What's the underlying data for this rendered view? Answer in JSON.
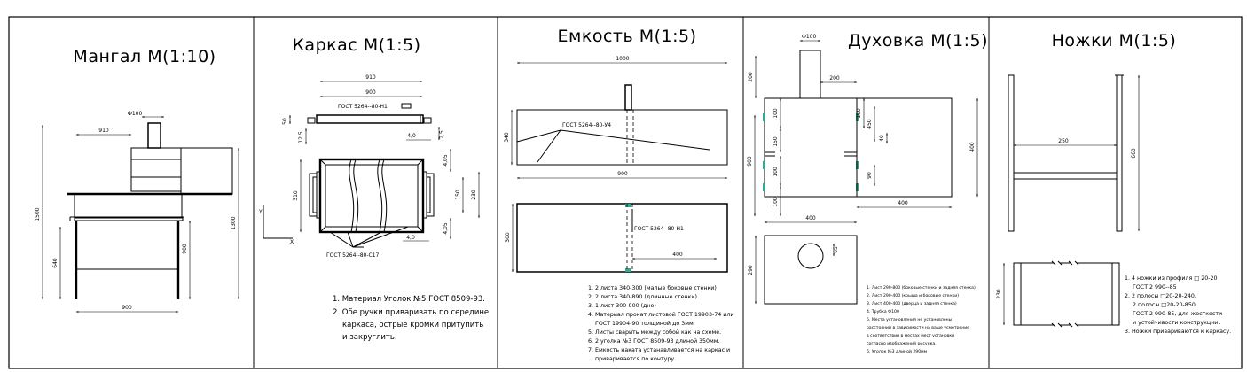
{
  "panels": [
    {
      "title": "Мангал М(1:10)"
    },
    {
      "title": "Каркас М(1:5)"
    },
    {
      "title": "Емкость М(1:5)"
    },
    {
      "title": "Духовка М(1:5)"
    },
    {
      "title": "Ножки М(1:5)"
    }
  ],
  "mangal": {
    "dims": {
      "pipe": "Ф100",
      "top": "910",
      "height_total": "1500",
      "mid": "640",
      "right_total": "1300",
      "right_leg": "900",
      "bottom": "900"
    }
  },
  "karkas": {
    "dims": {
      "d910": "910",
      "d900": "900",
      "d50": "50",
      "d125": "12,5",
      "d25": "2,5",
      "d40a": "4,0",
      "d40b": "4,0",
      "d405a": "4,05",
      "d405b": "4,05",
      "d310": "310",
      "d230": "230",
      "d150": "150"
    },
    "gost_top": "ГОСТ 5264--80-Н1",
    "gost_bottom": "ГОСТ 5264--80-С17",
    "axis_y": "Y",
    "axis_x": "X",
    "notes": [
      "1. Материал Уголок №5 ГОСТ 8509-93.",
      "2. Обе ручки приваривать по середине",
      "каркаса, острые кромки притупить",
      "и закруглить."
    ]
  },
  "emkost": {
    "dims": {
      "len_top": "1000",
      "h": "340",
      "len_base": "900",
      "h2": "300",
      "d400": "400"
    },
    "gost1": "ГОСТ 5264--80-У4",
    "gost2": "ГОСТ 5264--80-Н1",
    "notes": [
      "1. 2 листа 340-300 (малые боковые стенки)",
      "2. 2 листа 340-890 (длинные стенки)",
      "3. 1 лист 300-900 (дно)",
      "4. Материал прокат листовой ГОСТ 19903-74 или",
      "ГОСТ 19904-90 толщиной до 3мм.",
      "5. Листы сварить между собой как на схеме.",
      "6. 2 уголка №3 ГОСТ 8509-93 длиной 350мм.",
      "7. Емкость наката устанавливается на каркас и",
      "приваривается по контуру."
    ]
  },
  "duhovka": {
    "dims": {
      "pipe": "Ф100",
      "d200a": "200",
      "d200b": "200",
      "d400a": "400",
      "d100a": "100",
      "d150": "150",
      "d100b": "100",
      "d100c": "100",
      "d900": "900",
      "d100d": "100",
      "d450": "450",
      "d90": "90",
      "d40": "40",
      "d400b": "400",
      "d400c": "400",
      "d65": "65",
      "d290": "290"
    },
    "notes": [
      "1. Лист 290-800 (боковые стенки и задняя стенка)",
      "2. Лист 290-400 (крыша и боковые стенки)",
      "3. Лист 400-400 (дверца и задняя стенка)",
      "4. Трубка Ф100",
      "5. Места установления не установлены",
      "расстояний в зависимости на ваше усмотрение",
      "в соответствии в местах мест установки",
      "согласно изображений рисунка.",
      "6. Уголок №3 длиной 290мм"
    ]
  },
  "nozhki": {
    "dims": {
      "d250": "250",
      "d660": "660",
      "d230": "230"
    },
    "notes": [
      "1. 4 ножки из профиля □ 20-20",
      "ГОСТ 2 990--85",
      "2. 2 полосы □20-20-240,",
      "2 полосы □20-20-850",
      "ГОСТ 2 990-85, для жесткости",
      "и устойчивости конструкции.",
      "3. Ножки привариваются к каркасу."
    ]
  }
}
